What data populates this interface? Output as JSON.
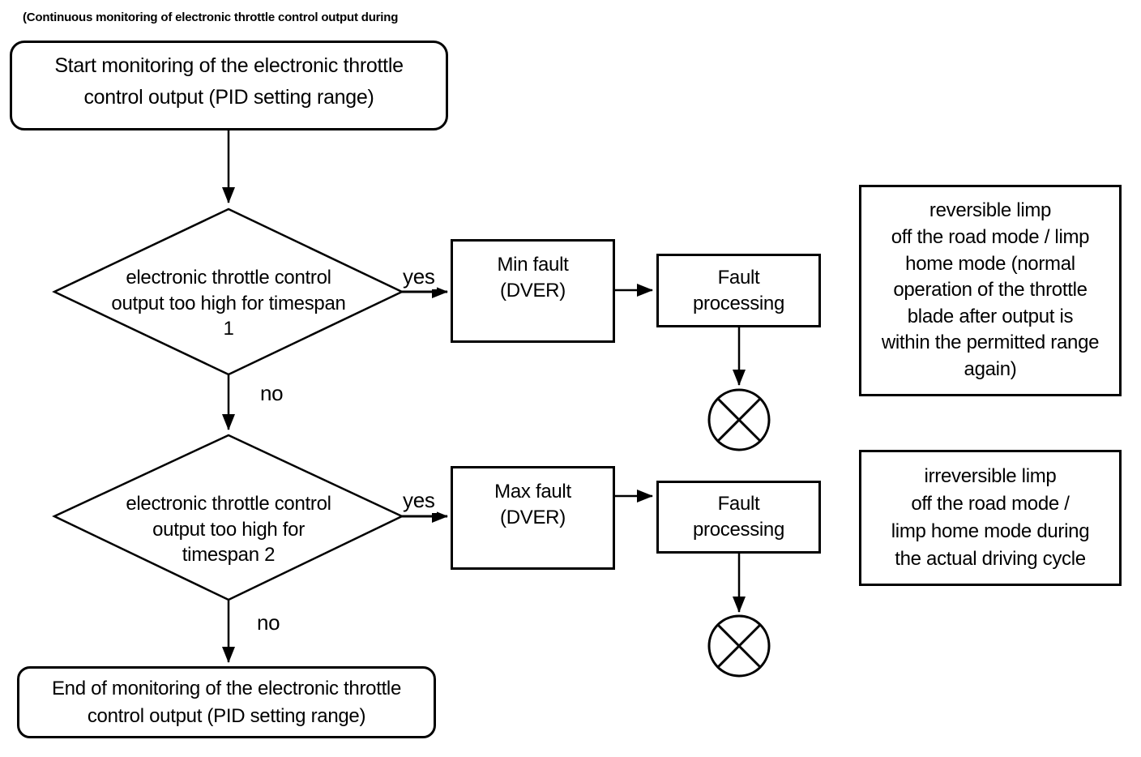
{
  "caption": "(Continuous monitoring of electronic throttle control output during",
  "nodes": {
    "start": "Start monitoring of the electronic throttle\ncontrol output (PID setting range)",
    "decision1": "electronic throttle control\noutput too high for timespan\n1",
    "min_fault": "Min fault\n(DVER)",
    "fault_processing1": "Fault\nprocessing",
    "note_reversible": "reversible limp\noff the road mode / limp\nhome mode (normal\noperation of the throttle\nblade after output is\nwithin the permitted range\nagain)",
    "decision2": "electronic throttle control\noutput too high for\ntimespan 2",
    "max_fault": "Max fault\n(DVER)",
    "fault_processing2": "Fault\nprocessing",
    "note_irreversible": "irreversible limp\noff the road mode /\nlimp home mode during\nthe actual driving cycle",
    "end": "End of monitoring of the electronic throttle\ncontrol output (PID setting range)"
  },
  "edge_labels": {
    "yes1": "yes",
    "no1": "no",
    "yes2": "yes",
    "no2": "no"
  },
  "colors": {
    "stroke": "#000000",
    "background": "#ffffff"
  }
}
